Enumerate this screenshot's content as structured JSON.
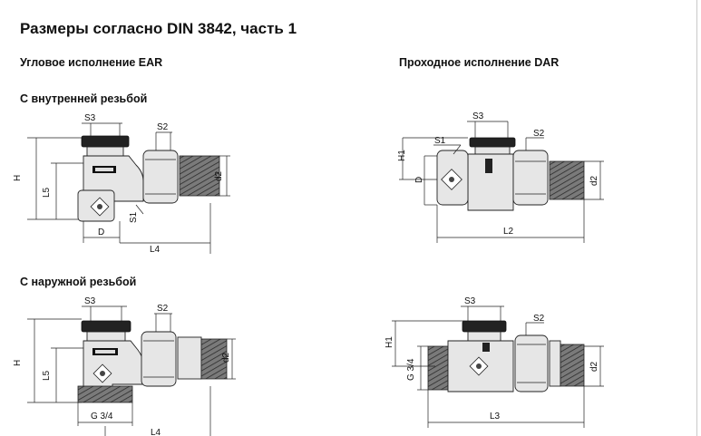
{
  "page_title": "Размеры согласно DIN 3842, часть 1",
  "sections": {
    "angle": "Угловое исполнение EAR",
    "straight": "Проходное исполнение DAR"
  },
  "subsections": {
    "internal": "С внутренней резьбой",
    "external": "С наружной резьбой"
  },
  "labels": {
    "s3": "S3",
    "s2": "S2",
    "s1": "S1",
    "H": "H",
    "H1": "H1",
    "L5": "L5",
    "L4": "L4",
    "L2": "L2",
    "L3": "L3",
    "D": "D",
    "d2": "d2",
    "G34": "G 3/4"
  },
  "icons": [
    "valve-drawing-angle-internal",
    "valve-drawing-straight-internal",
    "valve-drawing-angle-external",
    "valve-drawing-straight-external"
  ]
}
